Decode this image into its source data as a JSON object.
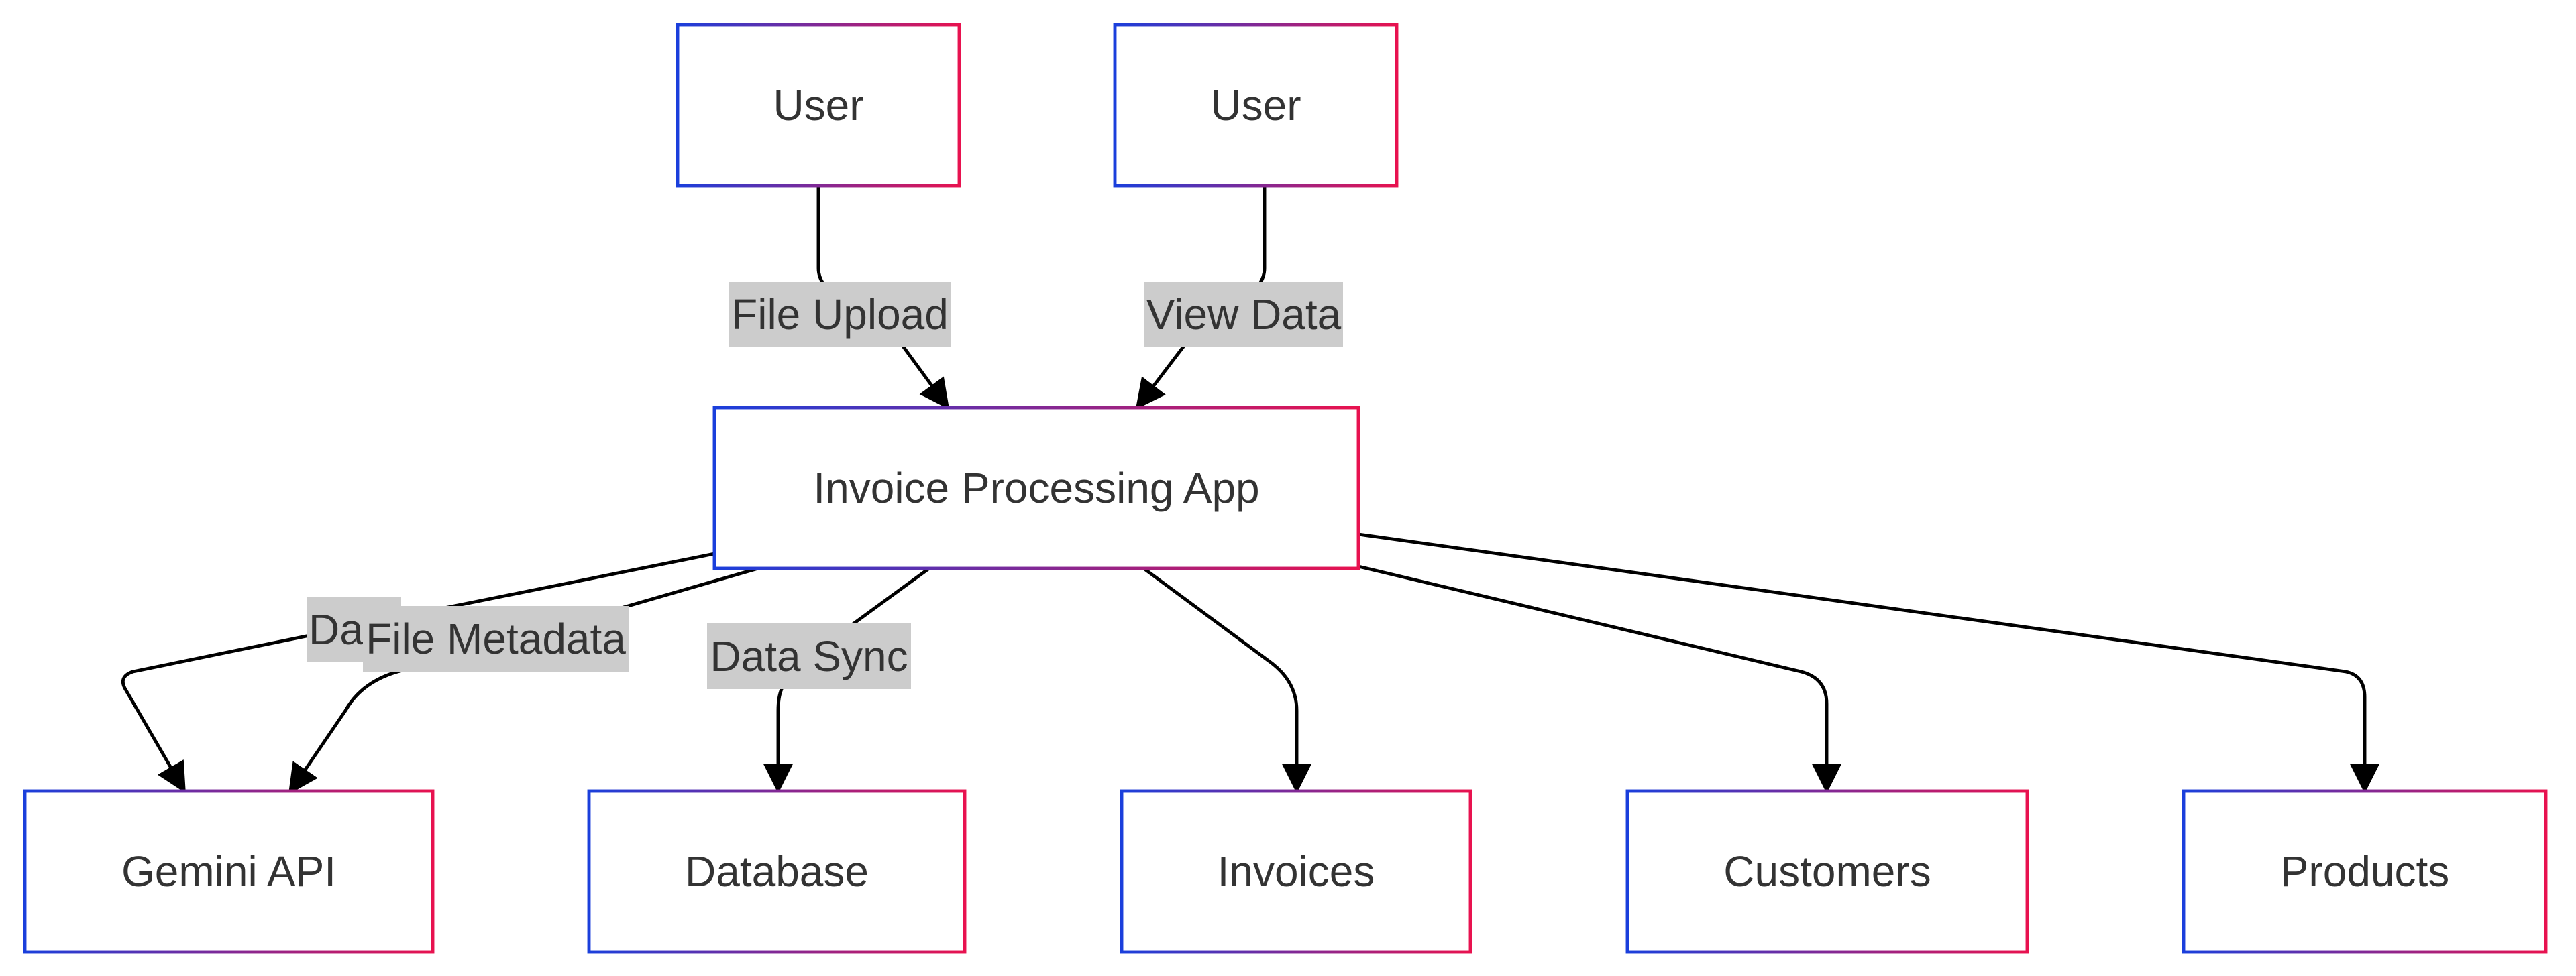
{
  "nodes": {
    "user_upload": {
      "label": "User"
    },
    "user_view": {
      "label": "User"
    },
    "app": {
      "label": "Invoice Processing App"
    },
    "gemini": {
      "label": "Gemini API"
    },
    "database": {
      "label": "Database"
    },
    "invoices": {
      "label": "Invoices"
    },
    "customers": {
      "label": "Customers"
    },
    "products": {
      "label": "Products"
    }
  },
  "edges": {
    "file_upload": {
      "label": "File Upload"
    },
    "view_data": {
      "label": "View Data"
    },
    "data_extraction": {
      "label": "Da"
    },
    "file_metadata": {
      "label": "File Metadata"
    },
    "data_sync": {
      "label": "Data Sync"
    }
  },
  "colors": {
    "node_border_start": "#1a3fdc",
    "node_border_end": "#e8124f",
    "edge_label_background": "#cccccc",
    "edge": "#000000",
    "text": "#333333"
  }
}
